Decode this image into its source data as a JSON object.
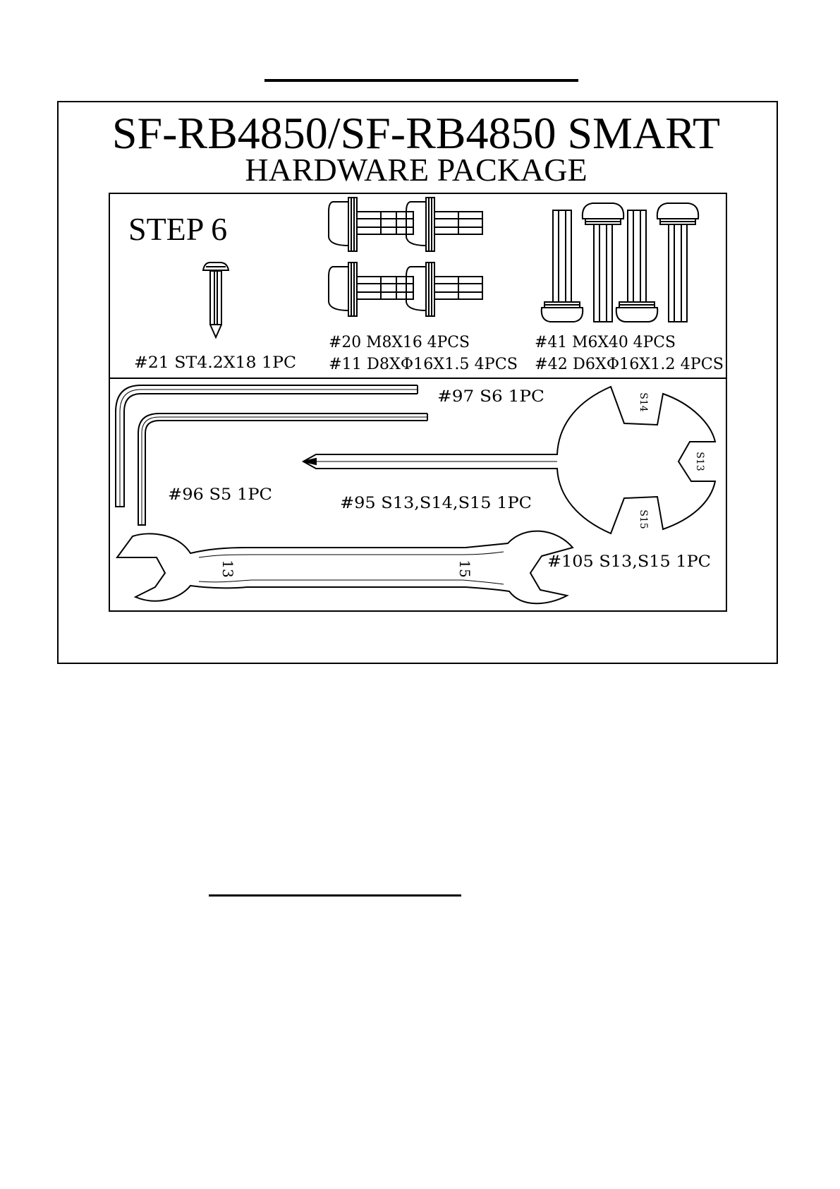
{
  "title": {
    "line1": "SF-RB4850/SF-RB4850 SMART",
    "line2": "HARDWARE PACKAGE"
  },
  "step_label": "STEP 6",
  "parts": {
    "p21": "#21  ST4.2X18   1PC",
    "p20": "#20  M8X16   4PCS",
    "p11": "#11  D8XΦ16X1.5  4PCS",
    "p41": "#41  M6X40   4PCS",
    "p42": "#42  D6XΦ16X1.2  4PCS",
    "p97": "#97  S6   1PC",
    "p96": "#96  S5   1PC",
    "p95": "#95  S13,S14,S15   1PC",
    "p105": "#105  S13,S15   1PC"
  },
  "tool_marks": {
    "s14": "S14",
    "s13": "S13",
    "s15": "S15",
    "wrench_left": "13",
    "wrench_right": "15"
  }
}
